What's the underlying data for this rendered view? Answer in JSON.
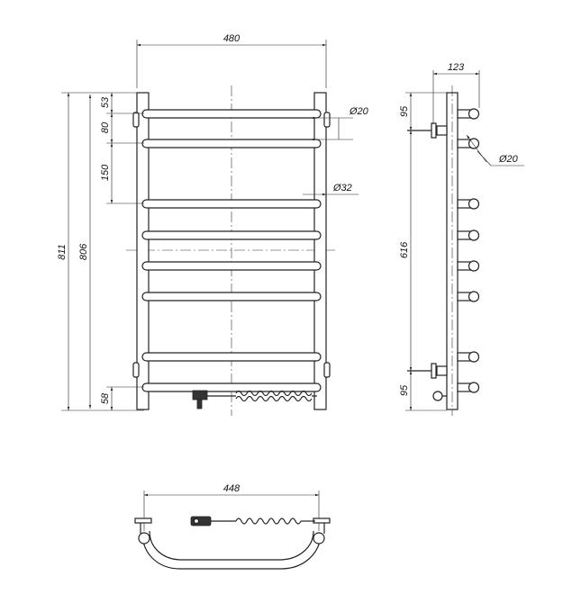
{
  "front_view": {
    "width_label": "480",
    "height_overall_label": "811",
    "height_inner_label": "806",
    "top_gap_label": "53",
    "rung_gap_1_label": "80",
    "rung_gap_2_label": "150",
    "bottom_gap_label": "58",
    "rung_diameter_label": "Ø20",
    "riser_diameter_label": "Ø32"
  },
  "side_view": {
    "depth_label": "123",
    "top_offset_label": "95",
    "mount_span_label": "616",
    "bottom_offset_label": "95",
    "rung_diameter_label": "Ø20"
  },
  "bottom_view": {
    "width_label": "448"
  }
}
